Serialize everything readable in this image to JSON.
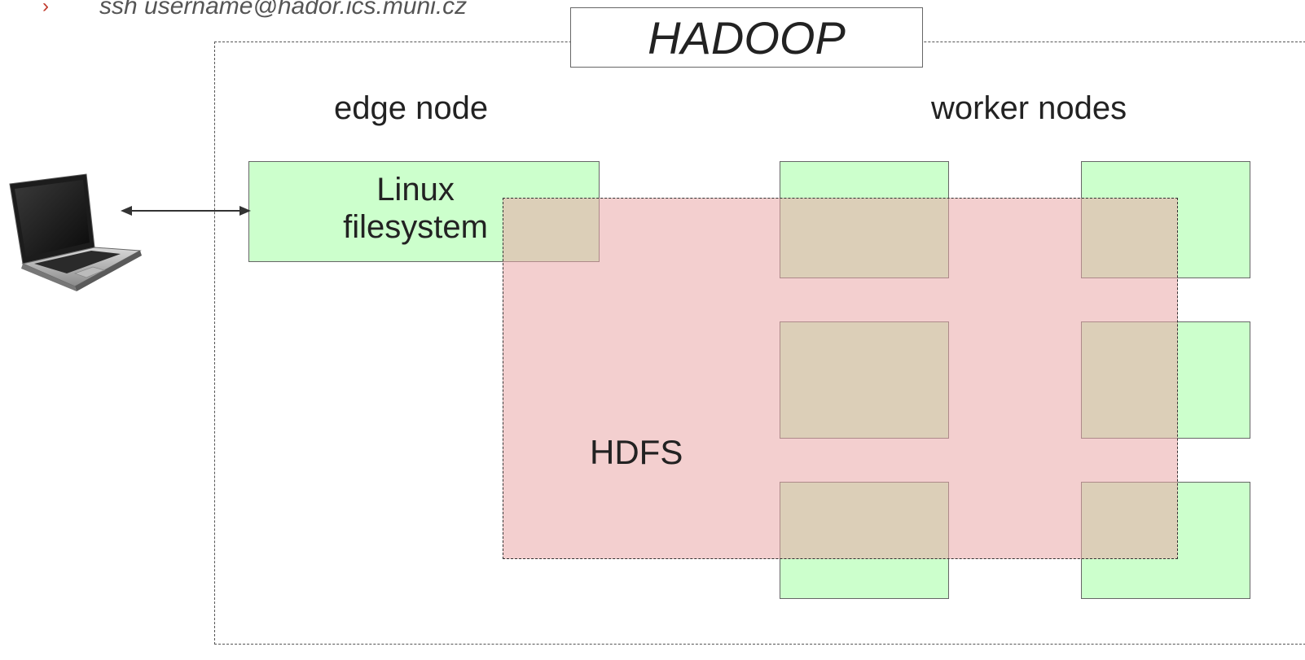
{
  "header": {
    "bullet": "›",
    "command": "ssh username@hador.ics.muni.cz"
  },
  "diagram": {
    "title": "HADOOP",
    "edge_node_label": "edge node",
    "worker_nodes_label": "worker nodes",
    "linux_fs_lines": [
      "Linux",
      "filesystem"
    ],
    "hdfs_label": "HDFS",
    "worker_grid": {
      "columns": 2,
      "rows": 3
    }
  },
  "colors": {
    "node_fill": "#ccffcc",
    "hdfs_fill": "#e9a8a8",
    "bullet": "#c0392b"
  },
  "icons": [
    "laptop-icon",
    "double-arrow-icon"
  ]
}
